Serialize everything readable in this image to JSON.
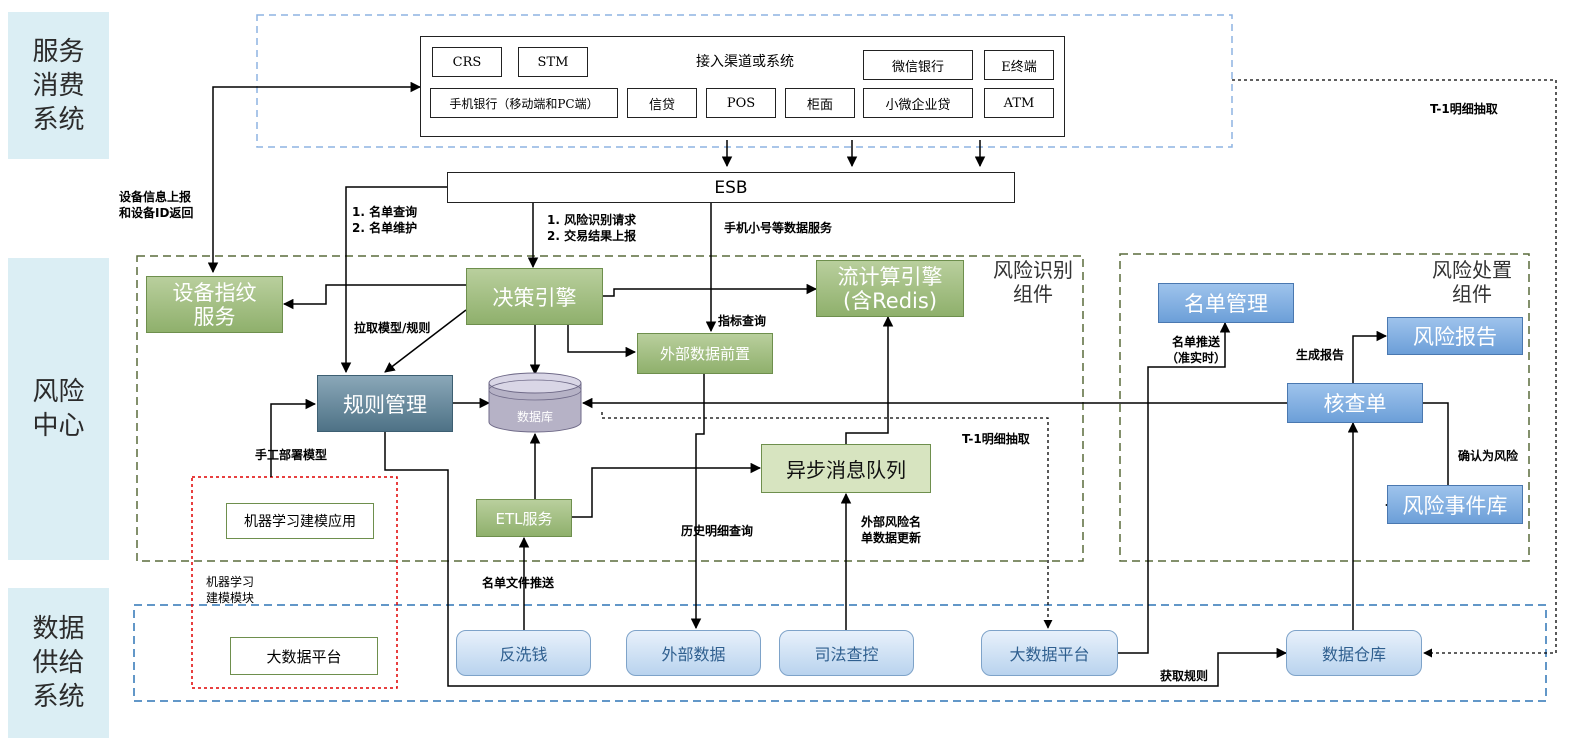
{
  "sidebar": {
    "service": "服务\n消费\n系统",
    "risk": "风险\n中心",
    "data": "数据\n供给\n系统"
  },
  "channels": {
    "title": "接入渠道或系统",
    "row1": [
      "CRS",
      "STM",
      "微信银行",
      "E终端"
    ],
    "row2": [
      "手机银行（移动端和PC端）",
      "信贷",
      "POS",
      "柜面",
      "小微企业贷",
      "ATM"
    ]
  },
  "esb": "ESB",
  "risk_id_group": "风险识别\n组件",
  "risk_disp_group": "风险处置\n组件",
  "nodes": {
    "device": "设备指纹\n服务",
    "decision": "决策引擎",
    "stream": "流计算引擎\n(含Redis)",
    "ext_front": "外部数据前置",
    "rules": "规则管理",
    "db": "数据库",
    "async": "异步消息队列",
    "etl": "ETL服务",
    "ml_app": "机器学习建模应用",
    "ml_module": "机器学习\n建模模块",
    "bigdata_ml": "大数据平台",
    "list_mgmt": "名单管理",
    "report": "风险报告",
    "check": "核查单",
    "event_db": "风险事件库"
  },
  "sources": [
    "反洗钱",
    "外部数据",
    "司法查控",
    "大数据平台",
    "数据仓库"
  ],
  "labels": {
    "device_report": "设备信息上报\n和设备ID返回",
    "list_query": "1. 名单查询\n2. 名单维护",
    "risk_request": "1. 风险识别请求\n2. 交易结果上报",
    "mobile_service": "手机小号等数据服务",
    "pull_model": "拉取模型/规则",
    "metric_query": "指标查询",
    "manual_deploy": "手工部署模型",
    "t1_right": "T-1明细抽取",
    "t1_mid": "T-1明细抽取",
    "history_query": "历史明细查询",
    "ext_list_update": "外部风险名\n单数据更新",
    "list_file_push": "名单文件推送",
    "list_push": "名单推送\n（准实时）",
    "gen_report": "生成报告",
    "confirm_risk": "确认为风险",
    "get_rules": "获取规则"
  }
}
